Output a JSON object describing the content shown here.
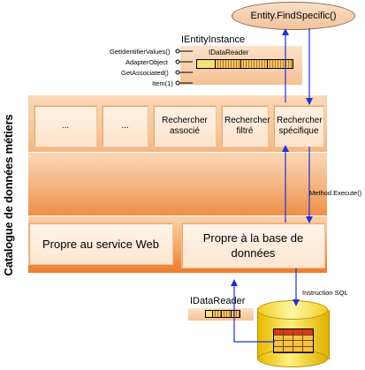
{
  "vertical_title": "Catalogue de données métiers",
  "entity_call": "Entity.FindSpecific()",
  "entity_instance": {
    "title": "IEntityInstance",
    "reader_label": "IDataReader",
    "methods": [
      "GetIdentifierValues()",
      "AdapterObject",
      "GetAssociated()",
      "Item(1)"
    ]
  },
  "top_cards": [
    "...",
    "...",
    "Rechercher associé",
    "Rechercher filtré",
    "Rechercher spécifique"
  ],
  "method_execute": "Method.Execute()",
  "bottom_cards": [
    "Propre au service Web",
    "Propre à la base de données"
  ],
  "data_reader_label": "IDataReader",
  "sql_label": "Instruction SQL",
  "colors": {
    "band_orange": "#ee8e46",
    "arrow_blue": "#1f2fd6",
    "db_yellow": "#f1cd20"
  }
}
